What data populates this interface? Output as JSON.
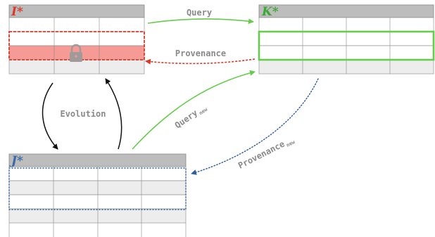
{
  "tables": {
    "i": {
      "name": "I*",
      "name_color": "#d83a2a",
      "highlight": "#f59a95",
      "outline": "#d83a2a"
    },
    "k": {
      "name": "K*",
      "name_color": "#3aa832",
      "outline": "#66cc4c"
    },
    "j": {
      "name": "J*",
      "name_color": "#3a6aa8",
      "outline": "#2e5e9c"
    }
  },
  "edges": {
    "query": {
      "label": "Query",
      "color": "#66cc4c"
    },
    "provenance": {
      "label": "Provenance",
      "color": "#d83a2a"
    },
    "evolution": {
      "label": "Evolution",
      "color": "#111111"
    },
    "query_new": {
      "label": "Query",
      "sub": "new",
      "color": "#66cc4c"
    },
    "provenance_new": {
      "label": "Provenance",
      "sub": "new",
      "color": "#2e5e9c"
    }
  },
  "icons": {
    "lock": "lock-icon"
  },
  "colors": {
    "header": "#bdbdbd",
    "row_shade": "#ededed",
    "grid": "#888888"
  }
}
